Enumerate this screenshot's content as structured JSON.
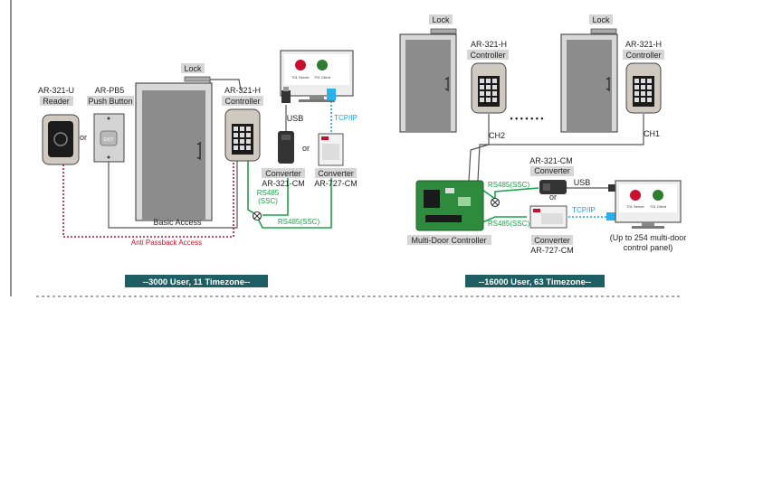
{
  "left": {
    "reader_model": "AR-321-U",
    "reader_label": "Reader",
    "pushbutton_model": "AR-PB5",
    "pushbutton_label": "Push Button",
    "exit_text": "EXIT",
    "or1": "or",
    "lock_label": "Lock",
    "controller_model": "AR-321-H",
    "controller_label": "Controller",
    "usb_label": "USB",
    "tcpip_label": "TCP/IP",
    "or2": "or",
    "conv1_label": "Converter",
    "conv1_model": "AR-321-CM",
    "conv2_label": "Converter",
    "conv2_model": "AR-727-CM",
    "rs485_a": "RS485",
    "rs485_b": "(SSC)",
    "rs485_ssc": "RS485(SSC)",
    "basic_access": "Basic Access",
    "anti_passback": "Anti Passback Access",
    "pc_server": "701 Server",
    "pc_client": "701 Client",
    "banner": "--3000 User, 11 Timezone--"
  },
  "right": {
    "lock1": "Lock",
    "lock2": "Lock",
    "ctrl1_model": "AR-321-H",
    "ctrl1_label": "Controller",
    "ctrl2_model": "AR-321-H",
    "ctrl2_label": "Controller",
    "dots": "• • • • • • •",
    "ch2": "CH2",
    "ch1": "CH1",
    "conv1_model": "AR-321-CM",
    "conv1_label": "Converter",
    "rs485_top": "RS485(SSC)",
    "rs485_bottom": "RS485(SSC)",
    "usb_label": "USB",
    "tcpip_label": "TCP/IP",
    "or_label": "or",
    "mdc_label": "Multi-Door Controller",
    "conv2_label": "Converter",
    "conv2_model": "AR-727-CM",
    "panel_note_1": "(Up to 254 multi-door",
    "panel_note_2": "control panel)",
    "pc_server": "701 Server",
    "pc_client": "701 Client",
    "banner": "--16000 User, 63 Timezone--"
  },
  "colors": {
    "rs485_green": "#1aa34a",
    "tcp_blue": "#1ba1e2",
    "anti_red": "#c8102e",
    "banner_teal": "#1d5f63",
    "wire_gray": "#555555"
  }
}
